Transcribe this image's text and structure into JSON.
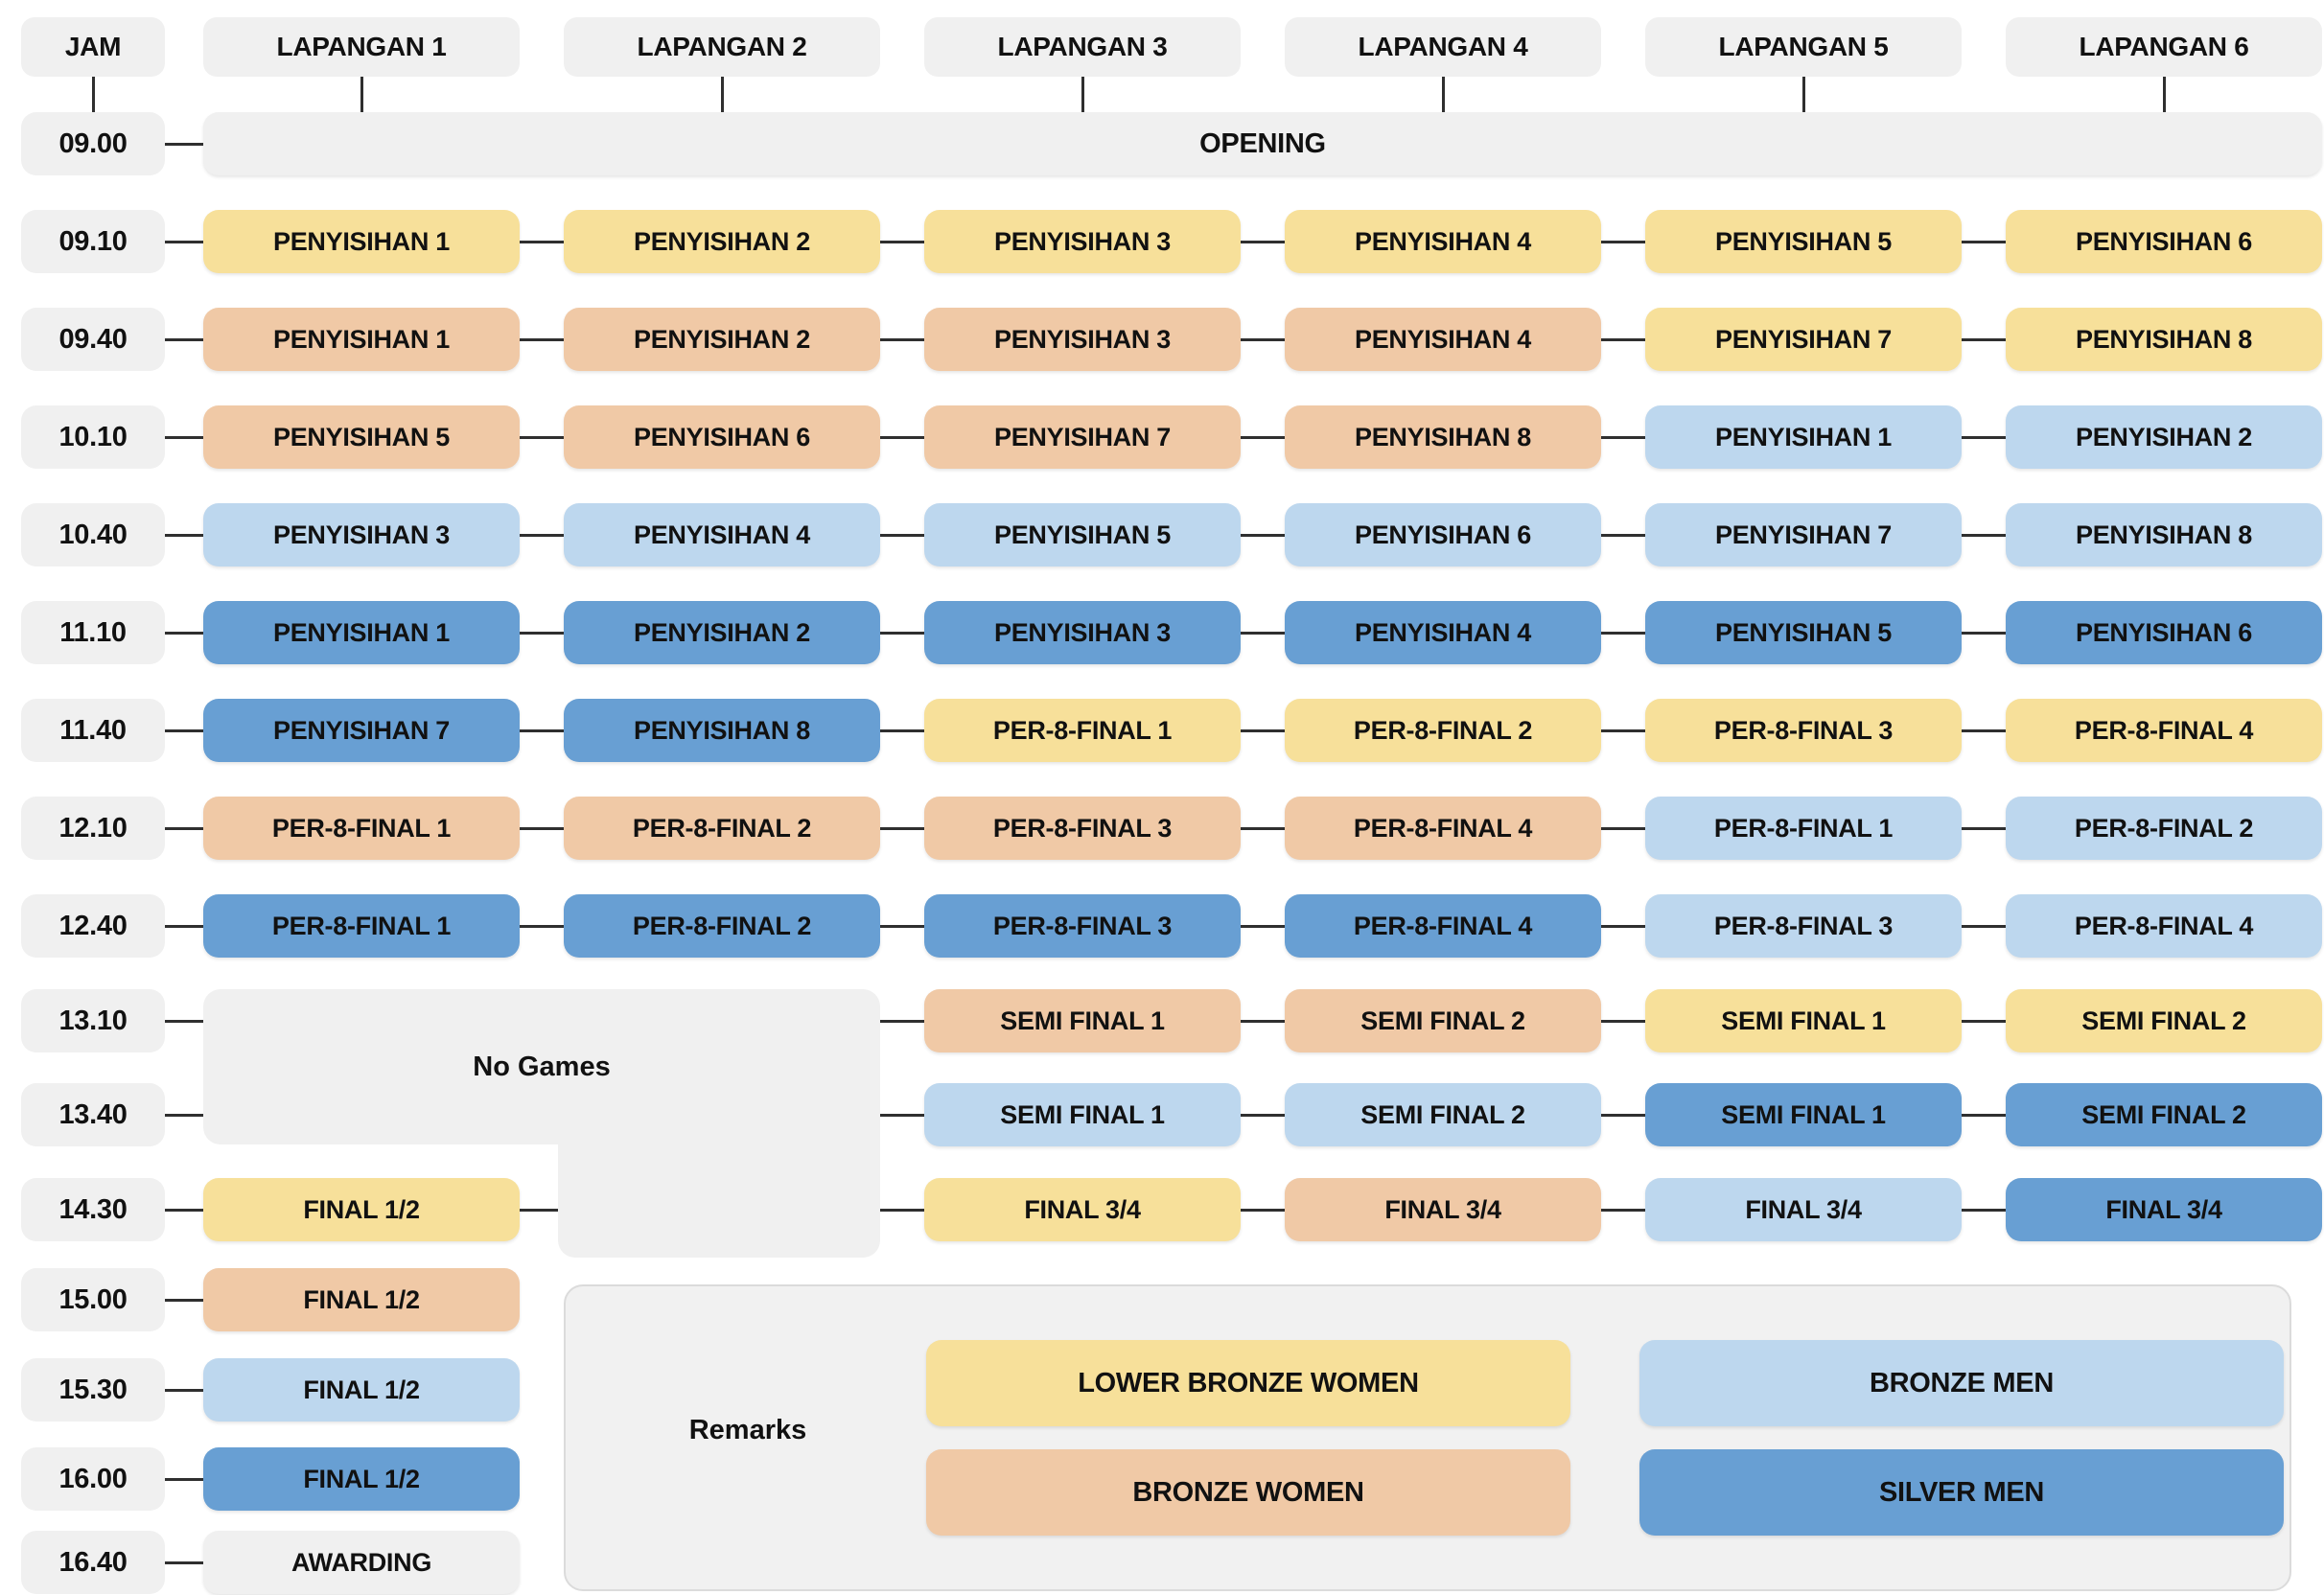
{
  "header": {
    "time_col": "JAM",
    "courts": [
      "LAPANGAN 1",
      "LAPANGAN 2",
      "LAPANGAN 3",
      "LAPANGAN 4",
      "LAPANGAN 5",
      "LAPANGAN 6"
    ]
  },
  "colors": {
    "yellow": "#F7E09A",
    "salmon": "#F0C9A6",
    "lightblue": "#BDD7EE",
    "mediumblue": "#689FD3",
    "gray": "#F0F0F0"
  },
  "no_games": {
    "label": "No Games"
  },
  "remarks": {
    "title": "Remarks",
    "legend": [
      {
        "label": "LOWER BRONZE WOMEN",
        "color": "yellow"
      },
      {
        "label": "BRONZE MEN",
        "color": "lightblue"
      },
      {
        "label": "BRONZE WOMEN",
        "color": "salmon"
      },
      {
        "label": "SILVER MEN",
        "color": "mediumblue"
      }
    ]
  },
  "rows": [
    {
      "time": "09.00",
      "opening": true,
      "cells": [
        {
          "col": 1,
          "span": 6,
          "label": "OPENING",
          "color": "gray"
        }
      ]
    },
    {
      "time": "09.10",
      "cells": [
        {
          "col": 1,
          "label": "PENYISIHAN 1",
          "color": "yellow"
        },
        {
          "col": 2,
          "label": "PENYISIHAN 2",
          "color": "yellow"
        },
        {
          "col": 3,
          "label": "PENYISIHAN 3",
          "color": "yellow"
        },
        {
          "col": 4,
          "label": "PENYISIHAN 4",
          "color": "yellow"
        },
        {
          "col": 5,
          "label": "PENYISIHAN 5",
          "color": "yellow"
        },
        {
          "col": 6,
          "label": "PENYISIHAN 6",
          "color": "yellow"
        }
      ]
    },
    {
      "time": "09.40",
      "cells": [
        {
          "col": 1,
          "label": "PENYISIHAN 1",
          "color": "salmon"
        },
        {
          "col": 2,
          "label": "PENYISIHAN 2",
          "color": "salmon"
        },
        {
          "col": 3,
          "label": "PENYISIHAN 3",
          "color": "salmon"
        },
        {
          "col": 4,
          "label": "PENYISIHAN 4",
          "color": "salmon"
        },
        {
          "col": 5,
          "label": "PENYISIHAN 7",
          "color": "yellow"
        },
        {
          "col": 6,
          "label": "PENYISIHAN 8",
          "color": "yellow"
        }
      ]
    },
    {
      "time": "10.10",
      "cells": [
        {
          "col": 1,
          "label": "PENYISIHAN 5",
          "color": "salmon"
        },
        {
          "col": 2,
          "label": "PENYISIHAN 6",
          "color": "salmon"
        },
        {
          "col": 3,
          "label": "PENYISIHAN 7",
          "color": "salmon"
        },
        {
          "col": 4,
          "label": "PENYISIHAN 8",
          "color": "salmon"
        },
        {
          "col": 5,
          "label": "PENYISIHAN 1",
          "color": "lightblue"
        },
        {
          "col": 6,
          "label": "PENYISIHAN 2",
          "color": "lightblue"
        }
      ]
    },
    {
      "time": "10.40",
      "cells": [
        {
          "col": 1,
          "label": "PENYISIHAN 3",
          "color": "lightblue"
        },
        {
          "col": 2,
          "label": "PENYISIHAN 4",
          "color": "lightblue"
        },
        {
          "col": 3,
          "label": "PENYISIHAN 5",
          "color": "lightblue"
        },
        {
          "col": 4,
          "label": "PENYISIHAN 6",
          "color": "lightblue"
        },
        {
          "col": 5,
          "label": "PENYISIHAN 7",
          "color": "lightblue"
        },
        {
          "col": 6,
          "label": "PENYISIHAN 8",
          "color": "lightblue"
        }
      ]
    },
    {
      "time": "11.10",
      "cells": [
        {
          "col": 1,
          "label": "PENYISIHAN 1",
          "color": "mediumblue"
        },
        {
          "col": 2,
          "label": "PENYISIHAN 2",
          "color": "mediumblue"
        },
        {
          "col": 3,
          "label": "PENYISIHAN 3",
          "color": "mediumblue"
        },
        {
          "col": 4,
          "label": "PENYISIHAN 4",
          "color": "mediumblue"
        },
        {
          "col": 5,
          "label": "PENYISIHAN 5",
          "color": "mediumblue"
        },
        {
          "col": 6,
          "label": "PENYISIHAN 6",
          "color": "mediumblue"
        }
      ]
    },
    {
      "time": "11.40",
      "cells": [
        {
          "col": 1,
          "label": "PENYISIHAN 7",
          "color": "mediumblue"
        },
        {
          "col": 2,
          "label": "PENYISIHAN 8",
          "color": "mediumblue"
        },
        {
          "col": 3,
          "label": "PER-8-FINAL 1",
          "color": "yellow"
        },
        {
          "col": 4,
          "label": "PER-8-FINAL 2",
          "color": "yellow"
        },
        {
          "col": 5,
          "label": "PER-8-FINAL 3",
          "color": "yellow"
        },
        {
          "col": 6,
          "label": "PER-8-FINAL 4",
          "color": "yellow"
        }
      ]
    },
    {
      "time": "12.10",
      "cells": [
        {
          "col": 1,
          "label": "PER-8-FINAL 1",
          "color": "salmon"
        },
        {
          "col": 2,
          "label": "PER-8-FINAL 2",
          "color": "salmon"
        },
        {
          "col": 3,
          "label": "PER-8-FINAL 3",
          "color": "salmon"
        },
        {
          "col": 4,
          "label": "PER-8-FINAL 4",
          "color": "salmon"
        },
        {
          "col": 5,
          "label": "PER-8-FINAL 1",
          "color": "lightblue"
        },
        {
          "col": 6,
          "label": "PER-8-FINAL 2",
          "color": "lightblue"
        }
      ]
    },
    {
      "time": "12.40",
      "cells": [
        {
          "col": 1,
          "label": "PER-8-FINAL 1",
          "color": "mediumblue"
        },
        {
          "col": 2,
          "label": "PER-8-FINAL 2",
          "color": "mediumblue"
        },
        {
          "col": 3,
          "label": "PER-8-FINAL 3",
          "color": "mediumblue"
        },
        {
          "col": 4,
          "label": "PER-8-FINAL 4",
          "color": "mediumblue"
        },
        {
          "col": 5,
          "label": "PER-8-FINAL 3",
          "color": "lightblue"
        },
        {
          "col": 6,
          "label": "PER-8-FINAL 4",
          "color": "lightblue"
        }
      ]
    },
    {
      "time": "13.10",
      "no_games": "wide",
      "cells": [
        {
          "col": 3,
          "label": "SEMI FINAL 1",
          "color": "salmon"
        },
        {
          "col": 4,
          "label": "SEMI FINAL 2",
          "color": "salmon"
        },
        {
          "col": 5,
          "label": "SEMI FINAL 1",
          "color": "yellow"
        },
        {
          "col": 6,
          "label": "SEMI FINAL 2",
          "color": "yellow"
        }
      ]
    },
    {
      "time": "13.40",
      "no_games": "wide",
      "cells": [
        {
          "col": 3,
          "label": "SEMI FINAL 1",
          "color": "lightblue"
        },
        {
          "col": 4,
          "label": "SEMI FINAL 2",
          "color": "lightblue"
        },
        {
          "col": 5,
          "label": "SEMI FINAL 1",
          "color": "mediumblue"
        },
        {
          "col": 6,
          "label": "SEMI FINAL 2",
          "color": "mediumblue"
        }
      ]
    },
    {
      "time": "14.30",
      "no_games": "tail",
      "cells": [
        {
          "col": 1,
          "label": "FINAL 1/2",
          "color": "yellow"
        },
        {
          "col": 3,
          "label": "FINAL 3/4",
          "color": "yellow"
        },
        {
          "col": 4,
          "label": "FINAL 3/4",
          "color": "salmon"
        },
        {
          "col": 5,
          "label": "FINAL 3/4",
          "color": "lightblue"
        },
        {
          "col": 6,
          "label": "FINAL 3/4",
          "color": "mediumblue"
        }
      ]
    },
    {
      "time": "15.00",
      "cells": [
        {
          "col": 1,
          "label": "FINAL 1/2",
          "color": "salmon"
        }
      ]
    },
    {
      "time": "15.30",
      "cells": [
        {
          "col": 1,
          "label": "FINAL 1/2",
          "color": "lightblue"
        }
      ]
    },
    {
      "time": "16.00",
      "cells": [
        {
          "col": 1,
          "label": "FINAL 1/2",
          "color": "mediumblue"
        }
      ]
    },
    {
      "time": "16.40",
      "cells": [
        {
          "col": 1,
          "label": "AWARDING",
          "color": "gray"
        }
      ]
    }
  ]
}
